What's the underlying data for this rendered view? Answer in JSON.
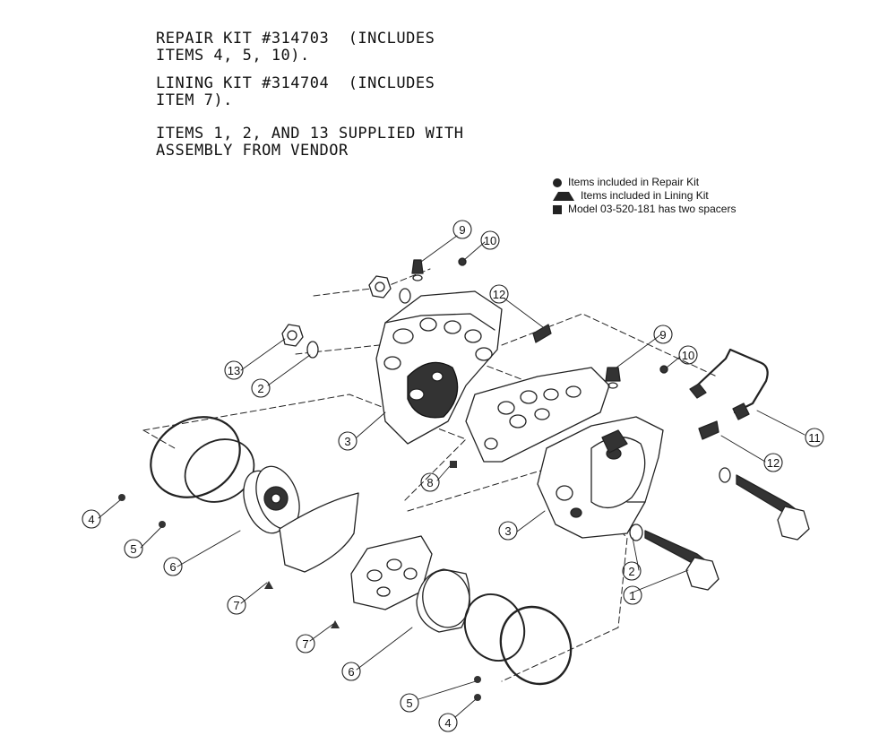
{
  "notes": {
    "repair_kit_line1": "REPAIR KIT #314703  (INCLUDES",
    "repair_kit_line2": "ITEMS 4, 5, 10).",
    "lining_kit_line1": "LINING KIT #314704  (INCLUDES",
    "lining_kit_line2": "ITEM 7).",
    "vendor_line1": "ITEMS 1, 2, AND 13 SUPPLIED WITH",
    "vendor_line2": "ASSEMBLY FROM VENDOR"
  },
  "legend": {
    "repair": "Items included in Repair Kit",
    "lining": "Items included in Lining Kit",
    "spacer": "Model 03-520-181 has two spacers"
  },
  "callouts": {
    "c9a": "9",
    "c10a": "10",
    "c12a": "12",
    "c13": "13",
    "c2a": "2",
    "c3a": "3",
    "c9b": "9",
    "c10b": "10",
    "c11": "11",
    "c12b": "12",
    "c8": "8",
    "c3b": "3",
    "c2b": "2",
    "c1": "1",
    "c4a": "4",
    "c5a": "5",
    "c6a": "6",
    "c7a": "7",
    "c7b": "7",
    "c6b": "6",
    "c5b": "5",
    "c4b": "4"
  },
  "colors": {
    "ink": "#222222",
    "paper": "#ffffff"
  }
}
